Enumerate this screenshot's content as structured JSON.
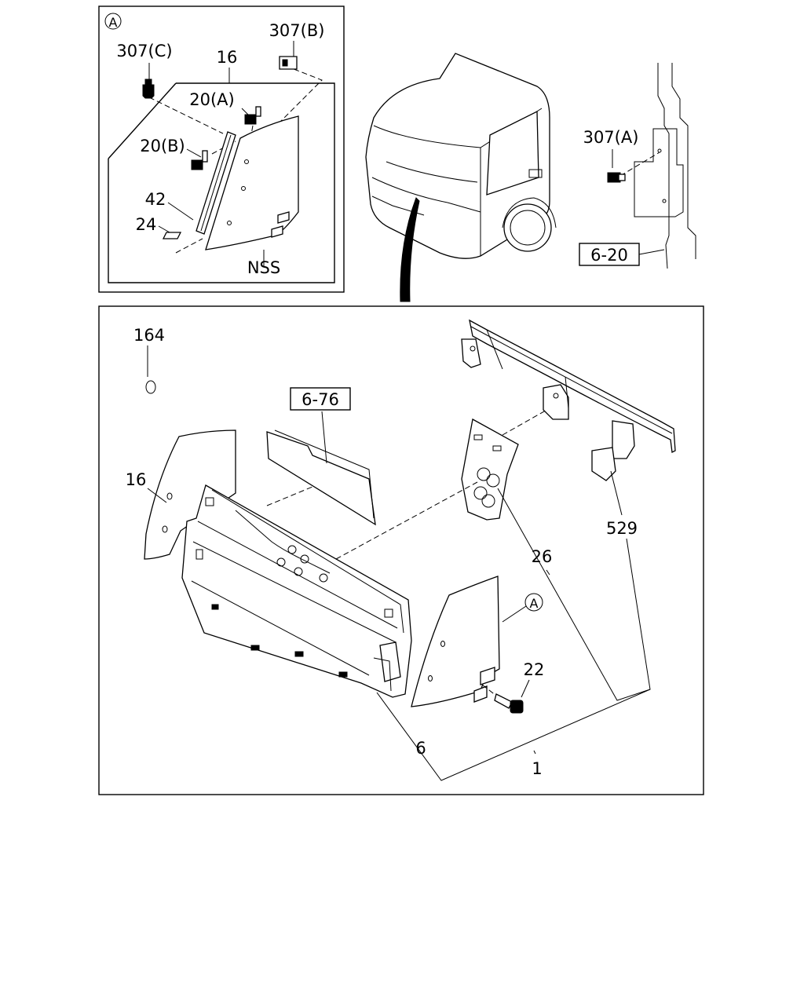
{
  "inset": {
    "marker": "A",
    "callouts": {
      "c307C": "307(C)",
      "c307B": "307(B)",
      "c16": "16",
      "c20A": "20(A)",
      "c20B": "20(B)",
      "c42": "42",
      "c24": "24",
      "nss": "NSS"
    }
  },
  "cab": {
    "c307A": "307(A)",
    "ref620": "6-20"
  },
  "main": {
    "callouts": {
      "c164": "164",
      "ref676": "6-76",
      "c16": "16",
      "c26": "26",
      "c529": "529",
      "markerA": "A",
      "c22": "22",
      "c6": "6",
      "c1": "1"
    }
  }
}
